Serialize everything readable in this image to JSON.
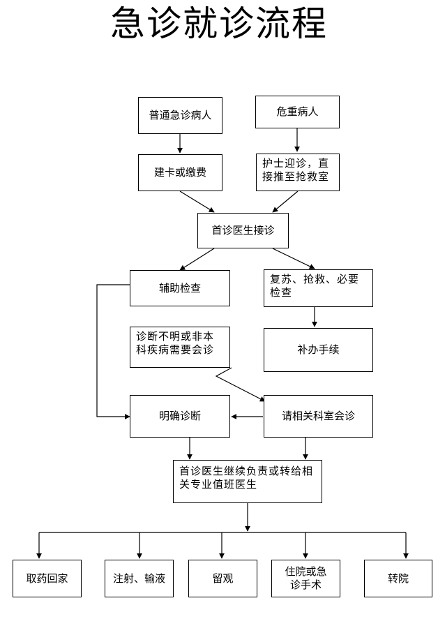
{
  "title": "急诊就诊流程",
  "nodes": {
    "ordinary_patient": "普通急诊病人",
    "critical_patient": "危重病人",
    "register_pay": "建卡或缴费",
    "nurse_receive": "护士迎诊，直接推至抢救室",
    "first_doctor": "首诊医生接诊",
    "aux_exam": "辅助检查",
    "resuscitation": "复苏、抢救、必要检查",
    "unclear_diagnosis": "诊断不明或非本科疾病需要会诊",
    "supplement_procedures": "补办手续",
    "clear_diagnosis": "明确诊断",
    "consultation": "请相关科室会诊",
    "continue_responsible": "首诊医生继续负责或转给相关专业值班医生",
    "outcomes": [
      "取药回家",
      "注射、输液",
      "留观",
      "住院或急诊手术",
      "转院"
    ]
  }
}
